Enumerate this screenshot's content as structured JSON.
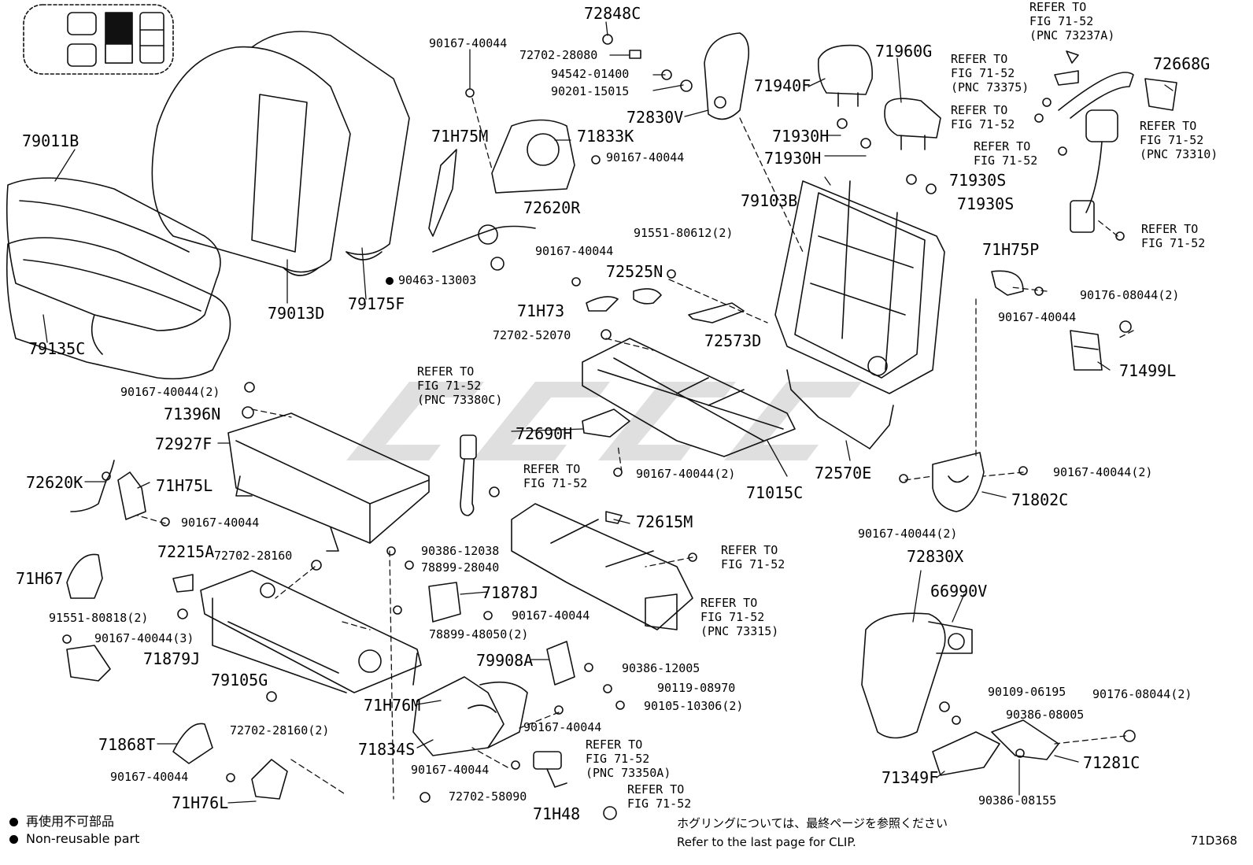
{
  "figure_id": "71D368",
  "legend": {
    "jp": "再使用不可部品",
    "en": "Non-reusable part"
  },
  "notes": {
    "jp": "ホグリングについては、最終ページを参照ください",
    "en": "Refer to the last page for CLIP."
  },
  "labels": {
    "p72848C": "72848C",
    "p90167_40044_a": "90167-40044",
    "p72702_28080": "72702-28080",
    "p94542_01400": "94542-01400",
    "p90201_15015": "90201-15015",
    "p72830V": "72830V",
    "p71H75M": "71H75M",
    "p71833K": "71833K",
    "p90167_40044_b": "90167-40044",
    "p72620R": "72620R",
    "p90463_13003": "90463-13003",
    "p79011B": "79011B",
    "p79135C": "79135C",
    "p79013D": "79013D",
    "p79175F": "79175F",
    "p90167_40044_c": "90167-40044",
    "p72525N": "72525N",
    "p71H73": "71H73",
    "p72702_52070": "72702-52070",
    "p91551_80612": "91551-80612(2)",
    "p72573D": "72573D",
    "p71940F": "71940F",
    "p71960G": "71960G",
    "p71930H_a": "71930H",
    "p71930H_b": "71930H",
    "p71930S_a": "71930S",
    "p71930S_b": "71930S",
    "p79103B": "79103B",
    "p71H75P": "71H75P",
    "p90167_40044_d": "90167-40044",
    "p90176_08044_a": "90176-08044(2)",
    "p71499L": "71499L",
    "p72668G": "72668G",
    "p90167_40044_2a": "90167-40044(2)",
    "p71396N": "71396N",
    "p72927F": "72927F",
    "p72690H": "72690H",
    "p90167_40044_2b": "90167-40044(2)",
    "p71015C": "71015C",
    "p72570E": "72570E",
    "p72620K": "72620K",
    "p71H75L": "71H75L",
    "p90167_40044_e": "90167-40044",
    "p72615M": "72615M",
    "p90167_40044_2c": "90167-40044(2)",
    "p71802C": "71802C",
    "p90167_40044_2d": "90167-40044(2)",
    "p72215A": "72215A",
    "p71H67": "71H67",
    "p72702_28160": "72702-28160",
    "p90386_12038": "90386-12038",
    "p78899_28040": "78899-28040",
    "p71878J": "71878J",
    "p90167_40044_f": "90167-40044",
    "p91551_80818": "91551-80818(2)",
    "p90167_40044_3": "90167-40044(3)",
    "p71879J": "71879J",
    "p79105G": "79105G",
    "p78899_48050": "78899-48050(2)",
    "p72830X": "72830X",
    "p66990V": "66990V",
    "p79908A": "79908A",
    "p90386_12005": "90386-12005",
    "p90119_08970": "90119-08970",
    "p90105_10306": "90105-10306(2)",
    "p71H76M": "71H76M",
    "p90167_40044_g": "90167-40044",
    "p72702_28160_2": "72702-28160(2)",
    "p71868T": "71868T",
    "p71834S": "71834S",
    "p90167_40044_h": "90167-40044",
    "p90167_40044_i": "90167-40044",
    "p71H76L": "71H76L",
    "p72702_58090": "72702-58090",
    "p71H48": "71H48",
    "p90109_06195": "90109-06195",
    "p90386_08005": "90386-08005",
    "p90176_08044_b": "90176-08044(2)",
    "p71349F": "71349F",
    "p71281C": "71281C",
    "p90386_08155": "90386-08155"
  },
  "refers": {
    "r73237A": "REFER TO\nFIG 71-52\n(PNC 73237A)",
    "r73375": "REFER TO\nFIG 71-52\n(PNC 73375)",
    "r_a": "REFER TO\nFIG 71-52",
    "r_b": "REFER TO\nFIG 71-52",
    "r73310": "REFER TO\nFIG 71-52\n(PNC 73310)",
    "r_c": "REFER TO\nFIG 71-52",
    "r73380C": "REFER TO\nFIG 71-52\n(PNC 73380C)",
    "r_d": "REFER TO\nFIG 71-52",
    "r_e": "REFER TO\nFIG 71-52",
    "r73315": "REFER TO\nFIG 71-52\n(PNC 73315)",
    "r73350A": "REFER TO\nFIG 71-52\n(PNC 73350A)",
    "r_f": "REFER TO\nFIG 71-52"
  }
}
